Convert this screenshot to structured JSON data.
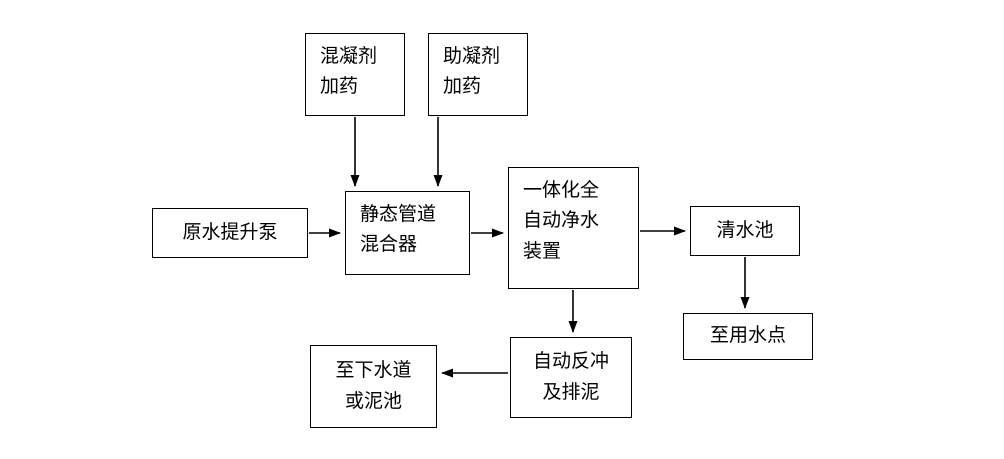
{
  "diagram": {
    "type": "flowchart",
    "background_color": "#ffffff",
    "line_color": "#000000",
    "nodes": {
      "coagulant_dosing": {
        "label": "混凝剂\n加药"
      },
      "coagulant_aid_dosing": {
        "label": "助凝剂\n加药"
      },
      "raw_water_pump": {
        "label": "原水提升泵"
      },
      "static_pipe_mixer": {
        "label": "静态管道\n混合器"
      },
      "integrated_purifier": {
        "label": "一体化全\n自动净水\n装置"
      },
      "clear_water_tank": {
        "label": "清水池"
      },
      "water_use_point": {
        "label": "至用水点"
      },
      "auto_backwash": {
        "label": "自动反冲\n及排泥"
      },
      "sewer_or_sludge": {
        "label": "至下水道\n或泥池"
      }
    },
    "edges": [
      {
        "from": "coagulant_dosing",
        "to": "static_pipe_mixer"
      },
      {
        "from": "coagulant_aid_dosing",
        "to": "static_pipe_mixer"
      },
      {
        "from": "raw_water_pump",
        "to": "static_pipe_mixer"
      },
      {
        "from": "static_pipe_mixer",
        "to": "integrated_purifier"
      },
      {
        "from": "integrated_purifier",
        "to": "clear_water_tank"
      },
      {
        "from": "clear_water_tank",
        "to": "water_use_point"
      },
      {
        "from": "integrated_purifier",
        "to": "auto_backwash"
      },
      {
        "from": "auto_backwash",
        "to": "sewer_or_sludge"
      }
    ]
  }
}
